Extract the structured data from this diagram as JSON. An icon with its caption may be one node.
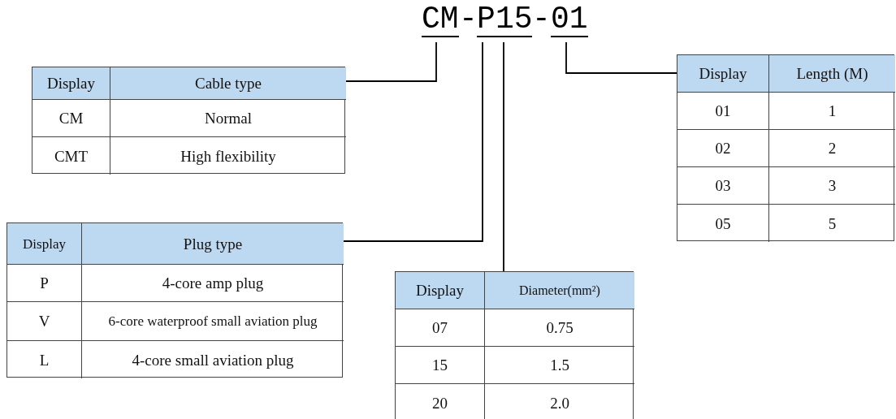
{
  "diagram": {
    "nodes": [
      {
        "text": [
          "CM"
        ]
      },
      {
        "text": [
          "P"
        ]
      },
      {
        "text": [
          "15"
        ]
      },
      {
        "text": [
          "01"
        ]
      },
      {
        "text": [
          "Display",
          "Cable type",
          "CM",
          "Normal",
          "CMT",
          "High flexibility"
        ]
      },
      {
        "text": [
          "Display",
          "Length (M)",
          "01",
          "1",
          "02",
          "2",
          "03",
          "3",
          "05",
          "5"
        ]
      },
      {
        "text": [
          "Display",
          "Plug type",
          "P",
          "4-core amp plug",
          "V",
          "6-core waterproof small aviation plug",
          "L",
          "4-core small aviation plug"
        ]
      },
      {
        "text": [
          "Display",
          "Diameter(mm²)",
          "07",
          "0.75",
          "15",
          "1.5",
          "20",
          "2.0"
        ]
      }
    ],
    "edges": [
      {
        "from": 0,
        "to": 4,
        "arrow": "none"
      },
      {
        "from": 3,
        "to": 5,
        "arrow": "none"
      },
      {
        "from": 1,
        "to": 6,
        "arrow": "none"
      },
      {
        "from": 2,
        "to": 7,
        "arrow": "none"
      }
    ],
    "labels": [
      "-",
      "-"
    ]
  }
}
